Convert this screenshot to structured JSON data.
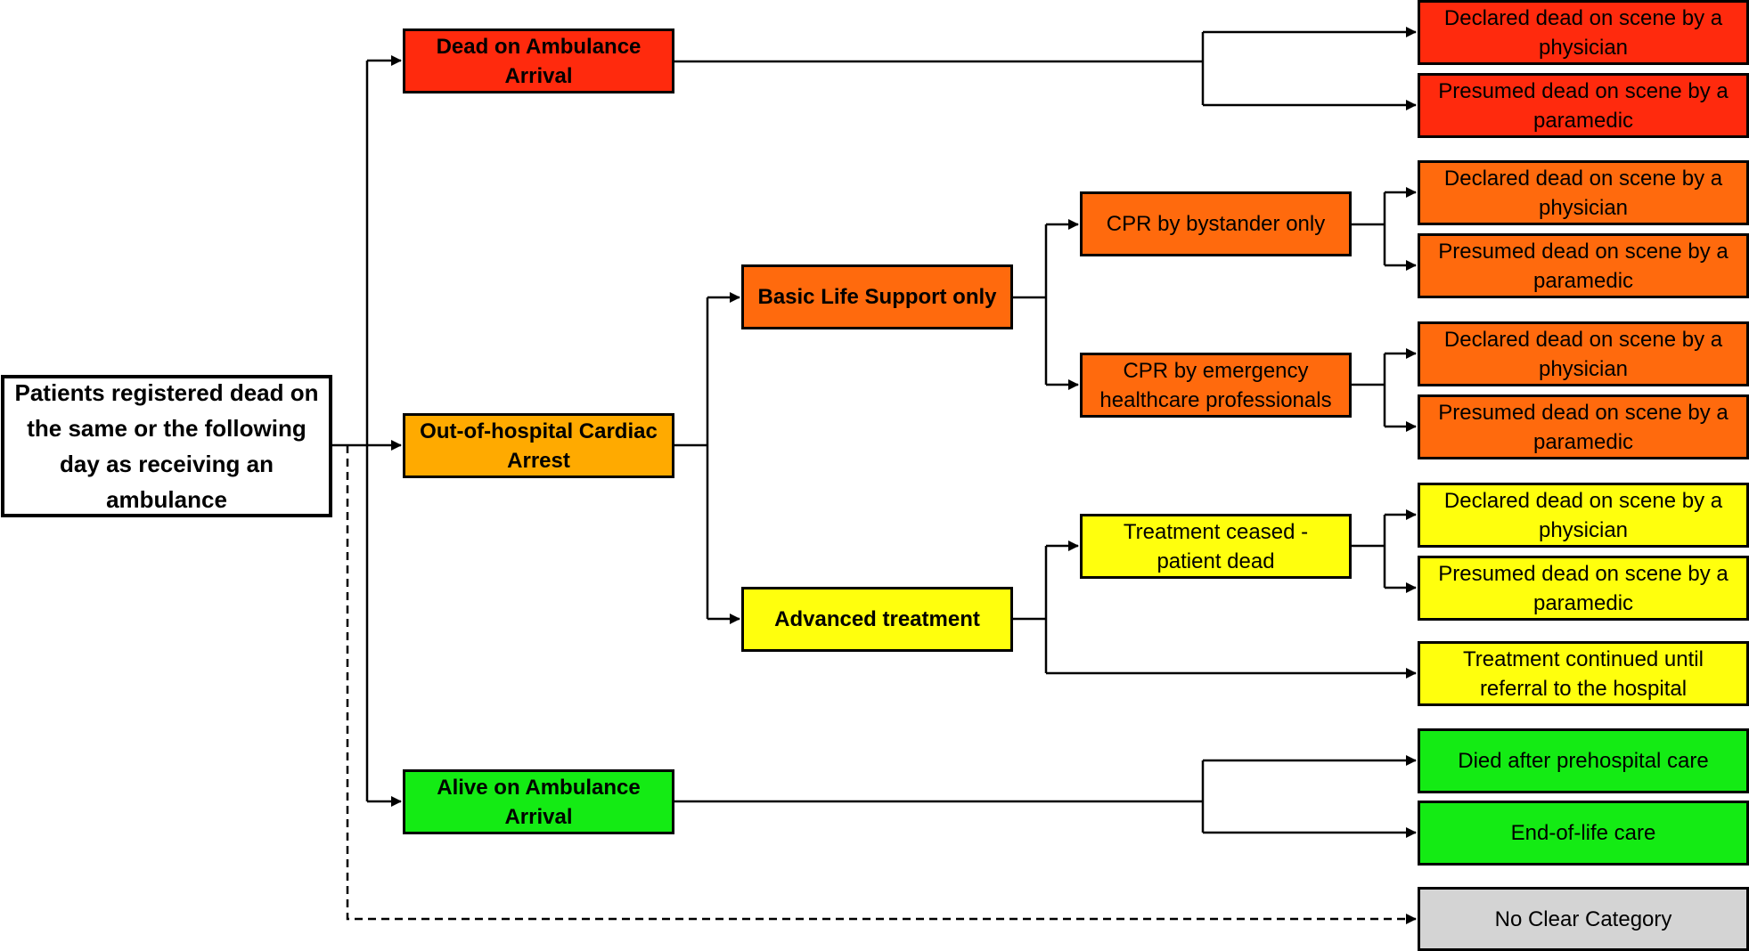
{
  "root": "Patients registered dead on the same or the following day as receiving an ambulance",
  "level1": {
    "dead_on_arrival": "Dead on Ambulance Arrival",
    "ohca": "Out-of-hospital Cardiac Arrest",
    "alive_on_arrival": "Alive on Ambulance Arrival"
  },
  "level2": {
    "bls": "Basic Life Support only",
    "advanced": "Advanced treatment"
  },
  "level3": {
    "cpr_bystander": "CPR by bystander only",
    "cpr_ehp": "CPR by emergency healthcare professionals",
    "ceased": "Treatment ceased - patient dead"
  },
  "outcomes": [
    "Declared dead on scene by a physician",
    "Presumed dead on scene by a paramedic",
    "Declared dead on scene by a physician",
    "Presumed dead on scene by a paramedic",
    "Declared dead on scene by a physician",
    "Presumed dead on scene by a paramedic",
    "Declared dead on scene by a physician",
    "Presumed dead on scene by a paramedic",
    "Treatment continued until referral to the hospital",
    "Died after prehospital care",
    "End-of-life care",
    "No Clear Category"
  ],
  "colors": {
    "red": "#ff2a0d",
    "amber": "#ffaa00",
    "orange": "#ff6a0d",
    "yellow": "#ffff0d",
    "green": "#14eb14",
    "grey": "#d4d4d4"
  }
}
